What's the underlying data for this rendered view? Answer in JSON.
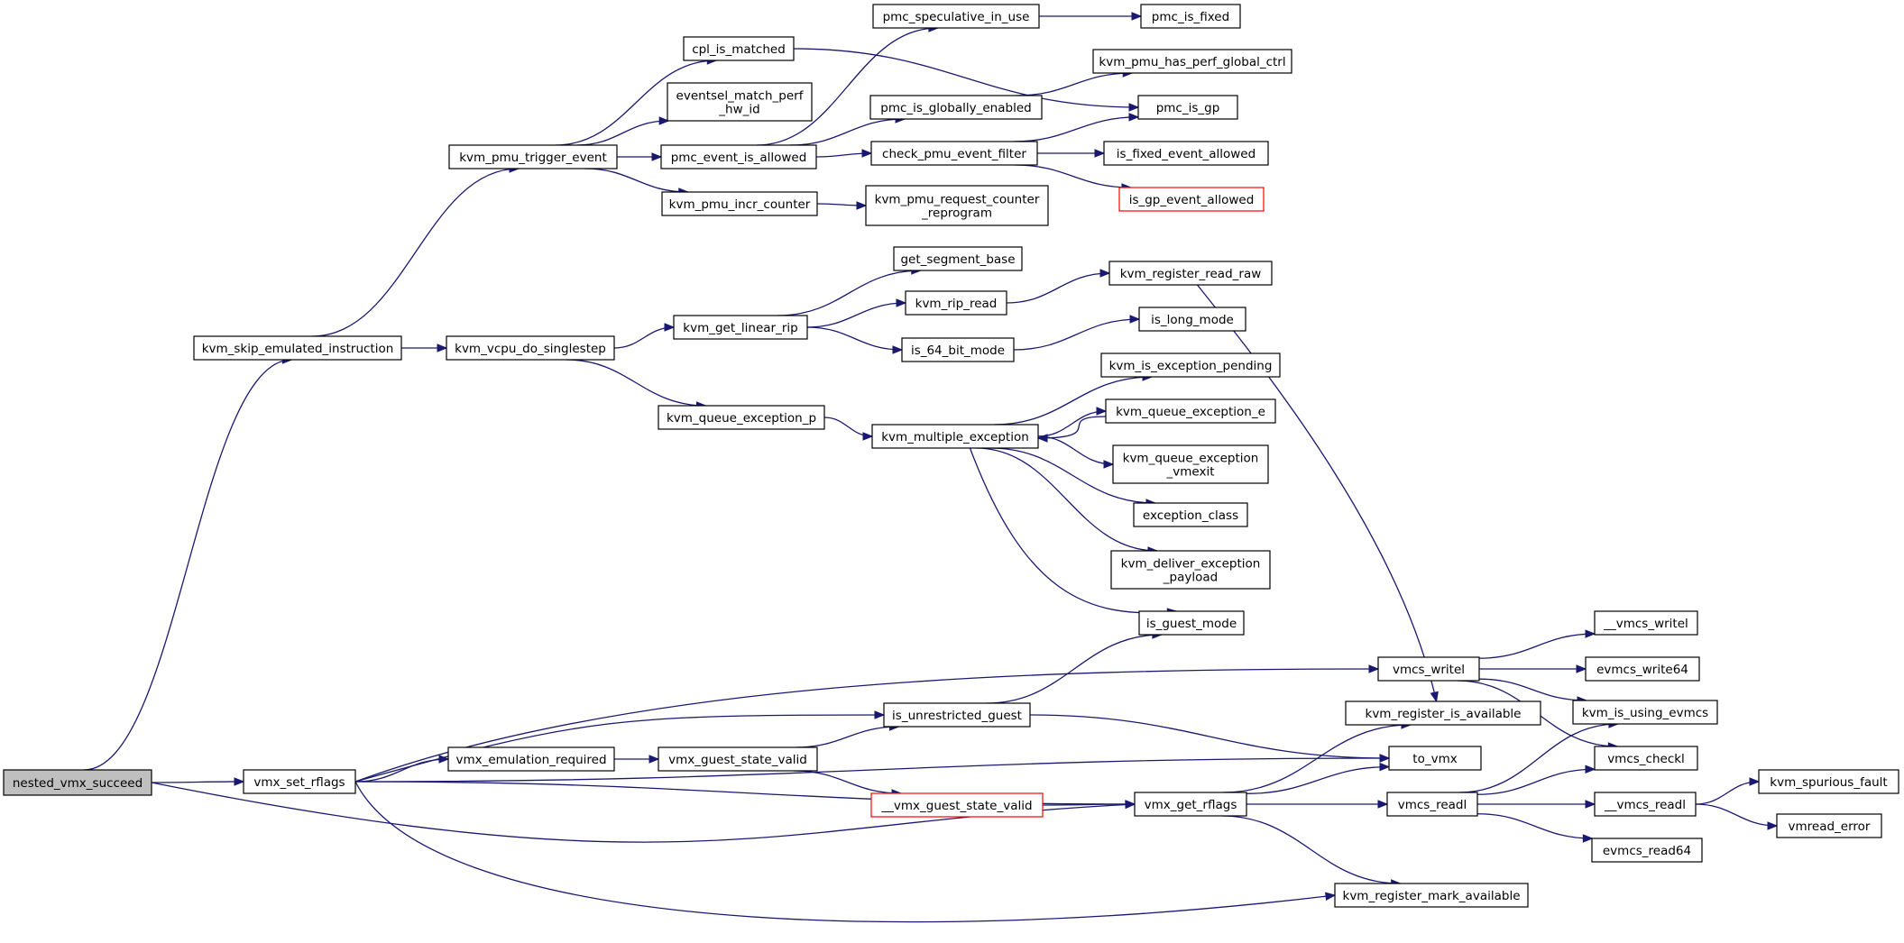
{
  "colors": {
    "edge": "#191970",
    "root_fill": "#bfbfbf",
    "truncated_border": "#ff0000"
  },
  "nodes": [
    {
      "id": "n0",
      "lines": [
        "nested_vmx_succeed"
      ],
      "root": true
    },
    {
      "id": "n1",
      "lines": [
        "kvm_skip_emulated_instruction"
      ]
    },
    {
      "id": "n2",
      "lines": [
        "kvm_pmu_trigger_event"
      ]
    },
    {
      "id": "n3",
      "lines": [
        "cpl_is_matched"
      ]
    },
    {
      "id": "n4",
      "lines": [
        "eventsel_match_perf",
        "_hw_id"
      ]
    },
    {
      "id": "n5",
      "lines": [
        "pmc_event_is_allowed"
      ]
    },
    {
      "id": "n6",
      "lines": [
        "kvm_pmu_incr_counter"
      ]
    },
    {
      "id": "n7",
      "lines": [
        "pmc_speculative_in_use"
      ]
    },
    {
      "id": "n8",
      "lines": [
        "pmc_is_fixed"
      ]
    },
    {
      "id": "n9",
      "lines": [
        "kvm_pmu_has_perf_global_ctrl"
      ]
    },
    {
      "id": "n10",
      "lines": [
        "pmc_is_globally_enabled"
      ]
    },
    {
      "id": "n11",
      "lines": [
        "pmc_is_gp"
      ]
    },
    {
      "id": "n12",
      "lines": [
        "check_pmu_event_filter"
      ]
    },
    {
      "id": "n13",
      "lines": [
        "is_fixed_event_allowed"
      ]
    },
    {
      "id": "n14",
      "lines": [
        "is_gp_event_allowed"
      ],
      "truncated": true
    },
    {
      "id": "n15",
      "lines": [
        "kvm_pmu_request_counter",
        "_reprogram"
      ]
    },
    {
      "id": "n16",
      "lines": [
        "kvm_vcpu_do_singlestep"
      ]
    },
    {
      "id": "n17",
      "lines": [
        "kvm_get_linear_rip"
      ]
    },
    {
      "id": "n18",
      "lines": [
        "get_segment_base"
      ]
    },
    {
      "id": "n19",
      "lines": [
        "kvm_rip_read"
      ]
    },
    {
      "id": "n20",
      "lines": [
        "kvm_register_read_raw"
      ]
    },
    {
      "id": "n21",
      "lines": [
        "is_64_bit_mode"
      ]
    },
    {
      "id": "n22",
      "lines": [
        "is_long_mode"
      ]
    },
    {
      "id": "n23",
      "lines": [
        "kvm_queue_exception_p"
      ]
    },
    {
      "id": "n24",
      "lines": [
        "kvm_multiple_exception"
      ]
    },
    {
      "id": "n25",
      "lines": [
        "kvm_is_exception_pending"
      ]
    },
    {
      "id": "n26",
      "lines": [
        "kvm_queue_exception_e"
      ]
    },
    {
      "id": "n27",
      "lines": [
        "kvm_queue_exception",
        "_vmexit"
      ]
    },
    {
      "id": "n28",
      "lines": [
        "exception_class"
      ]
    },
    {
      "id": "n29",
      "lines": [
        "kvm_deliver_exception",
        "_payload"
      ]
    },
    {
      "id": "n30",
      "lines": [
        "is_guest_mode"
      ]
    },
    {
      "id": "n31",
      "lines": [
        "vmx_set_rflags"
      ]
    },
    {
      "id": "n32",
      "lines": [
        "vmx_emulation_required"
      ]
    },
    {
      "id": "n33",
      "lines": [
        "vmx_guest_state_valid"
      ]
    },
    {
      "id": "n34",
      "lines": [
        "is_unrestricted_guest"
      ]
    },
    {
      "id": "n35",
      "lines": [
        "__vmx_guest_state_valid"
      ],
      "truncated": true
    },
    {
      "id": "n36",
      "lines": [
        "vmx_get_rflags"
      ]
    },
    {
      "id": "n37",
      "lines": [
        "vmcs_writel"
      ]
    },
    {
      "id": "n38",
      "lines": [
        "kvm_register_is_available"
      ]
    },
    {
      "id": "n39",
      "lines": [
        "to_vmx"
      ]
    },
    {
      "id": "n40",
      "lines": [
        "vmcs_readl"
      ]
    },
    {
      "id": "n41",
      "lines": [
        "kvm_register_mark_available"
      ]
    },
    {
      "id": "n42",
      "lines": [
        "__vmcs_writel"
      ]
    },
    {
      "id": "n43",
      "lines": [
        "evmcs_write64"
      ]
    },
    {
      "id": "n44",
      "lines": [
        "kvm_is_using_evmcs"
      ]
    },
    {
      "id": "n45",
      "lines": [
        "vmcs_checkl"
      ]
    },
    {
      "id": "n46",
      "lines": [
        "__vmcs_readl"
      ]
    },
    {
      "id": "n47",
      "lines": [
        "evmcs_read64"
      ]
    },
    {
      "id": "n48",
      "lines": [
        "kvm_spurious_fault"
      ]
    },
    {
      "id": "n49",
      "lines": [
        "vmread_error"
      ]
    }
  ],
  "edges": [
    [
      "n0",
      "n1"
    ],
    [
      "n0",
      "n31"
    ],
    [
      "n0",
      "n36"
    ],
    [
      "n1",
      "n2"
    ],
    [
      "n1",
      "n16"
    ],
    [
      "n2",
      "n3"
    ],
    [
      "n2",
      "n4"
    ],
    [
      "n2",
      "n5"
    ],
    [
      "n2",
      "n6"
    ],
    [
      "n3",
      "n11"
    ],
    [
      "n5",
      "n7"
    ],
    [
      "n5",
      "n10"
    ],
    [
      "n5",
      "n12"
    ],
    [
      "n7",
      "n8"
    ],
    [
      "n10",
      "n9"
    ],
    [
      "n12",
      "n11"
    ],
    [
      "n12",
      "n13"
    ],
    [
      "n12",
      "n14"
    ],
    [
      "n6",
      "n15"
    ],
    [
      "n16",
      "n17"
    ],
    [
      "n16",
      "n23"
    ],
    [
      "n17",
      "n18"
    ],
    [
      "n17",
      "n19"
    ],
    [
      "n17",
      "n21"
    ],
    [
      "n19",
      "n20"
    ],
    [
      "n20",
      "n38"
    ],
    [
      "n21",
      "n22"
    ],
    [
      "n23",
      "n24"
    ],
    [
      "n24",
      "n25"
    ],
    [
      "n24",
      "n26"
    ],
    [
      "n24",
      "n27"
    ],
    [
      "n24",
      "n28"
    ],
    [
      "n24",
      "n29"
    ],
    [
      "n24",
      "n30"
    ],
    [
      "n26",
      "n24"
    ],
    [
      "n31",
      "n37"
    ],
    [
      "n31",
      "n34"
    ],
    [
      "n31",
      "n32"
    ],
    [
      "n31",
      "n39"
    ],
    [
      "n31",
      "n36"
    ],
    [
      "n31",
      "n41"
    ],
    [
      "n32",
      "n33"
    ],
    [
      "n33",
      "n34"
    ],
    [
      "n33",
      "n35"
    ],
    [
      "n34",
      "n30"
    ],
    [
      "n34",
      "n39"
    ],
    [
      "n35",
      "n36"
    ],
    [
      "n36",
      "n38"
    ],
    [
      "n36",
      "n39"
    ],
    [
      "n36",
      "n40"
    ],
    [
      "n36",
      "n41"
    ],
    [
      "n37",
      "n42"
    ],
    [
      "n37",
      "n43"
    ],
    [
      "n37",
      "n44"
    ],
    [
      "n37",
      "n45"
    ],
    [
      "n40",
      "n44"
    ],
    [
      "n40",
      "n45"
    ],
    [
      "n40",
      "n46"
    ],
    [
      "n40",
      "n47"
    ],
    [
      "n46",
      "n48"
    ],
    [
      "n46",
      "n49"
    ]
  ]
}
